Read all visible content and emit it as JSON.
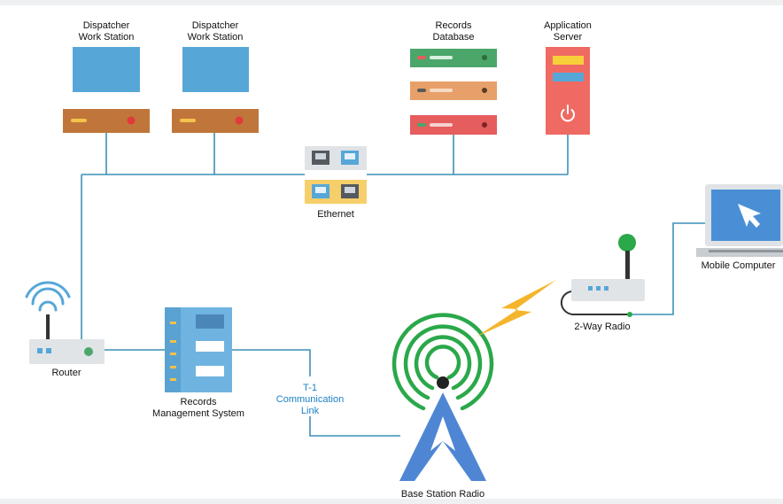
{
  "diagram": {
    "nodes": {
      "dispatcher_1": {
        "label": "Dispatcher\nWork Station"
      },
      "dispatcher_2": {
        "label": "Dispatcher\nWork Station"
      },
      "records_db": {
        "label": "Records\nDatabase"
      },
      "app_server": {
        "label": "Application\nServer"
      },
      "ethernet": {
        "label": "Ethernet"
      },
      "router": {
        "label": "Router"
      },
      "rms": {
        "label": "Records\nManagement System"
      },
      "t1_link": {
        "label": "T-1\nCommunication\nLink"
      },
      "base_station": {
        "label": "Base Station Radio"
      },
      "two_way_radio": {
        "label": "2-Way Radio"
      },
      "mobile_computer": {
        "label": "Mobile Computer"
      }
    },
    "colors": {
      "network_line": "#3d8fb8",
      "monitor": "#56a7d8",
      "workstation_base": "#c0763a",
      "server_green": "#4ba66a",
      "server_orange": "#e8a06a",
      "server_red": "#e55d5d",
      "app_server": "#ef6a62",
      "radio_waves": "#2aa84a",
      "tower": "#4f86d4",
      "lightning": "#f5b52b",
      "switch_gray": "#dfe3e6",
      "switch_yellow": "#f7cf6a"
    },
    "icons": [
      "monitor-icon",
      "server-icon",
      "ethernet-switch-icon",
      "router-icon",
      "rack-icon",
      "radio-tower-icon",
      "lightning-icon",
      "laptop-icon",
      "cursor-icon"
    ]
  }
}
